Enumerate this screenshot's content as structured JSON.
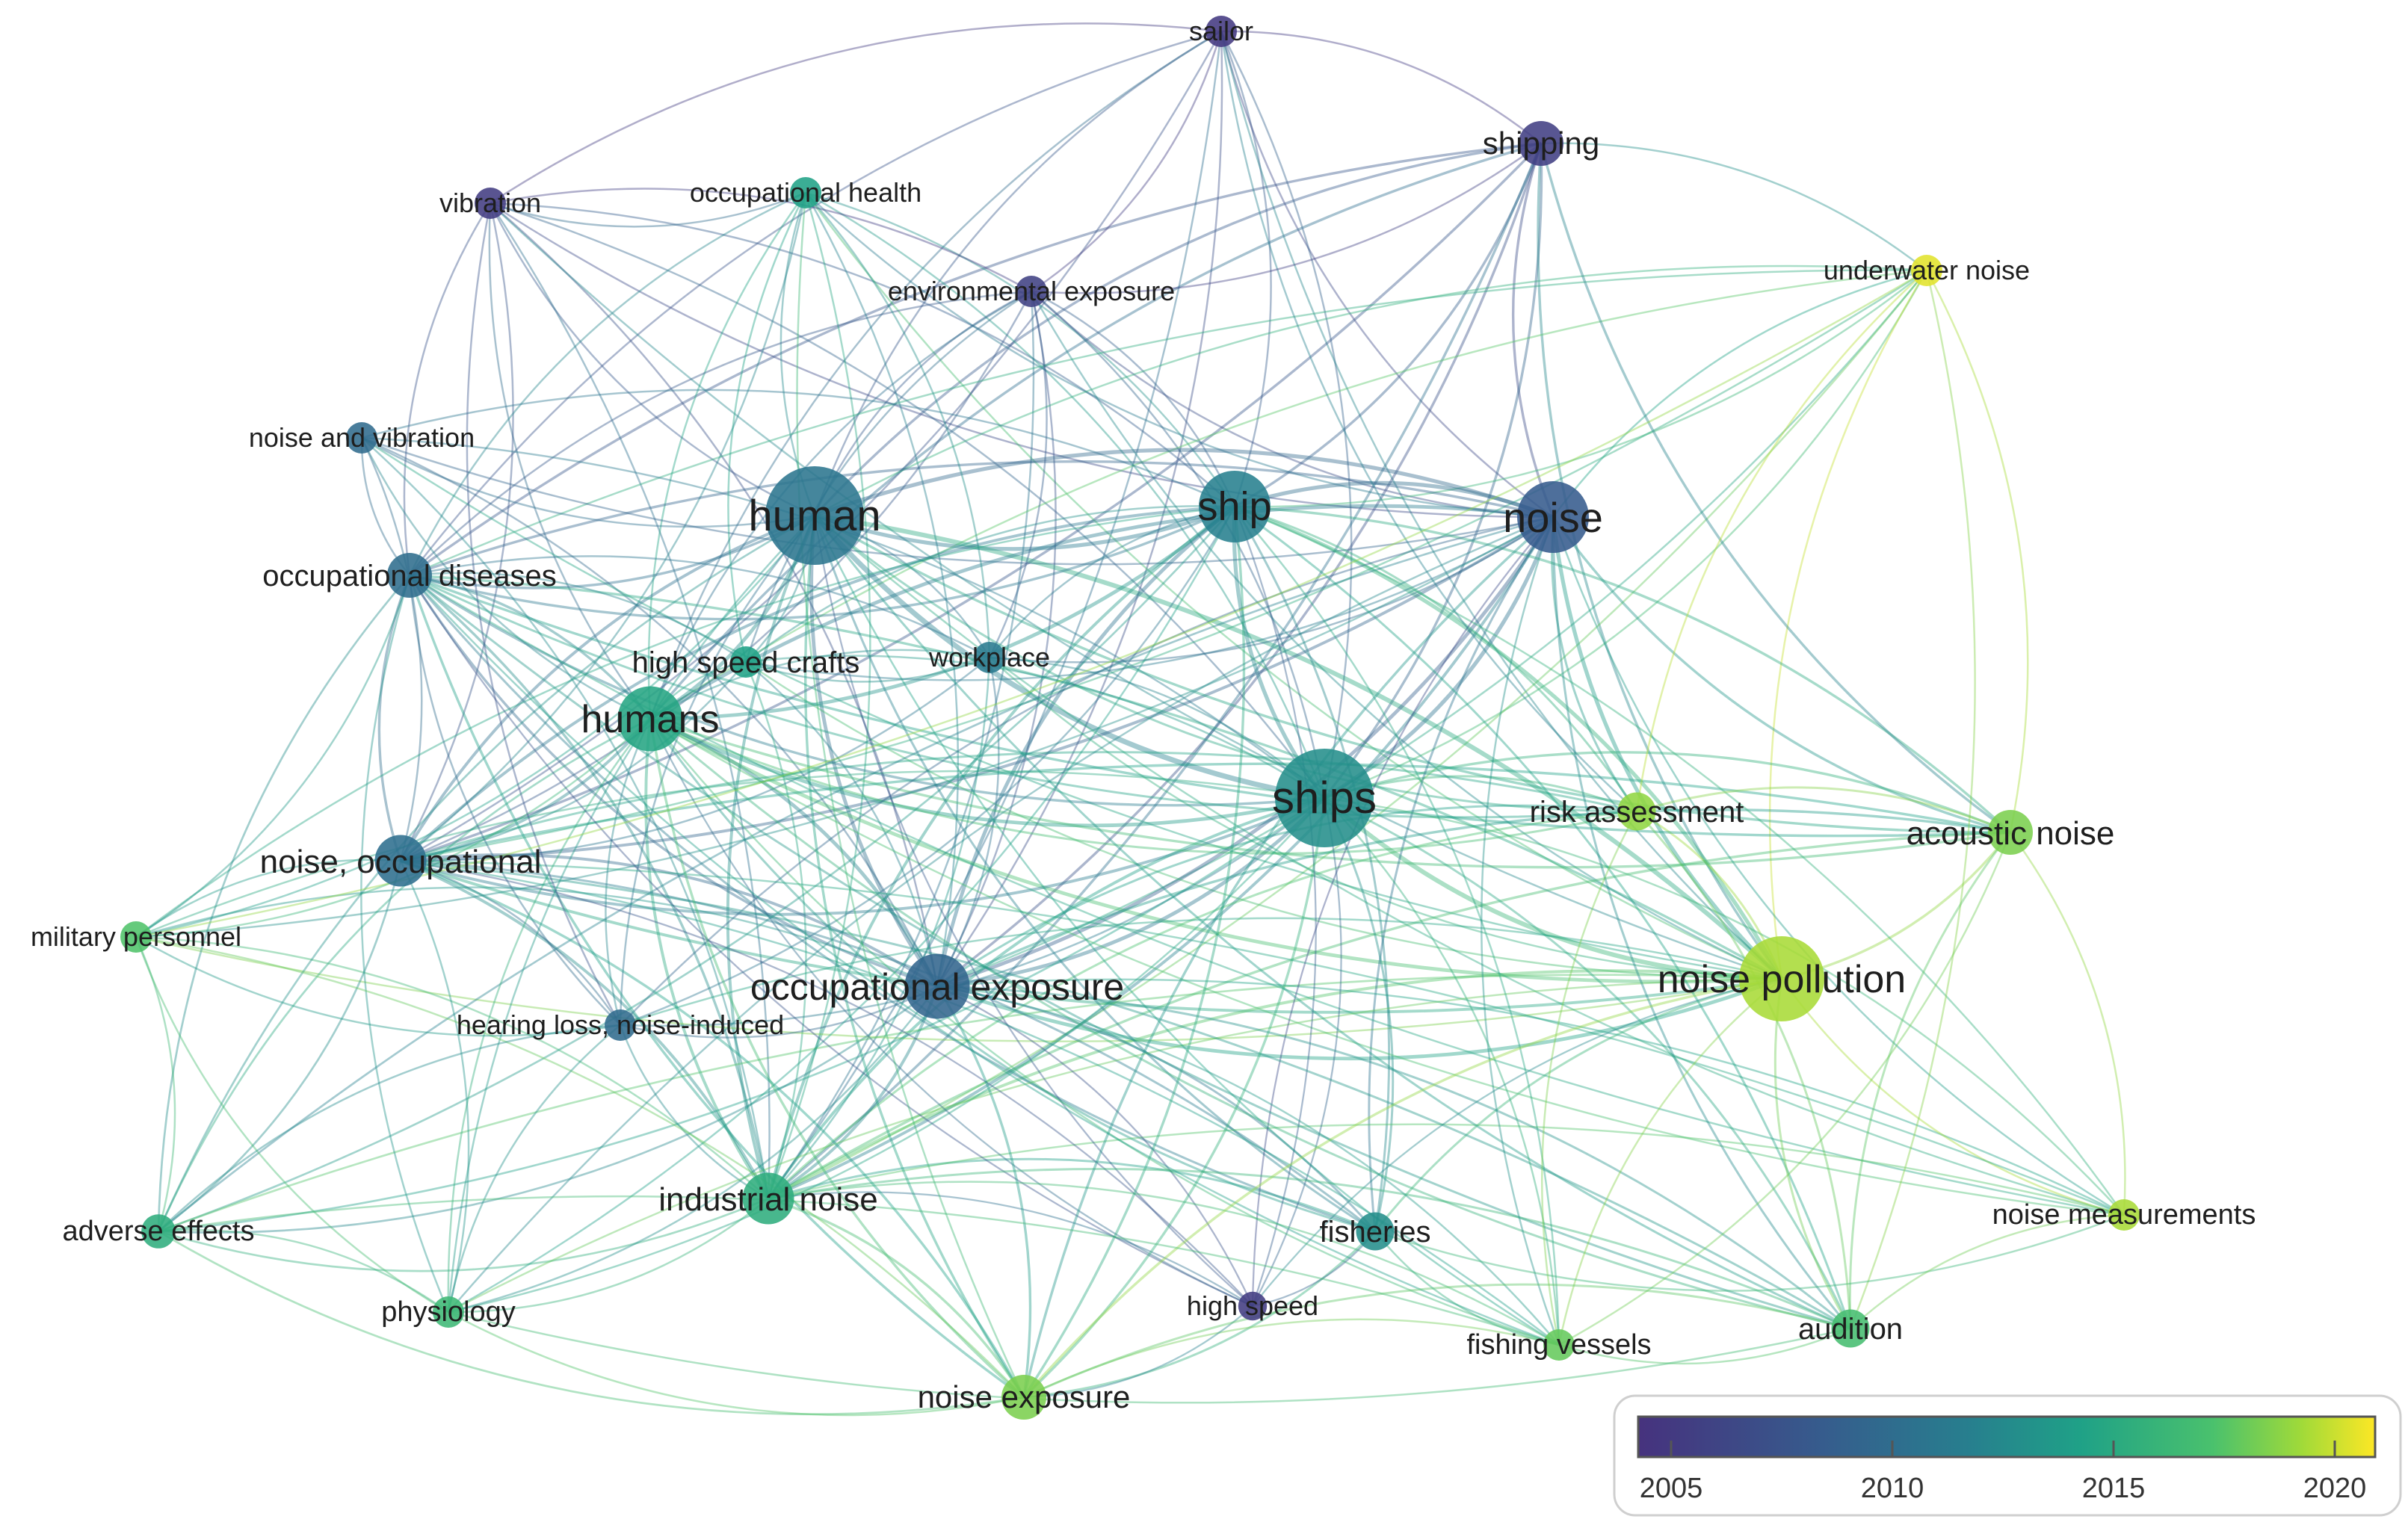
{
  "network": {
    "nodes": [
      {
        "id": "sailor",
        "label": "sailor",
        "year": 2005.2,
        "weight": 1
      },
      {
        "id": "shipping",
        "label": "shipping",
        "year": 2005.8,
        "weight": 2
      },
      {
        "id": "vibration",
        "label": "vibration",
        "year": 2005.5,
        "weight": 1
      },
      {
        "id": "occupational_health",
        "label": "occupational health",
        "year": 2014.5,
        "weight": 1
      },
      {
        "id": "environmental_exposure",
        "label": "environmental exposure",
        "year": 2006.0,
        "weight": 1
      },
      {
        "id": "underwater_noise",
        "label": "underwater noise",
        "year": 2020.5,
        "weight": 1
      },
      {
        "id": "noise_and_vibration",
        "label": "noise and vibration",
        "year": 2010.0,
        "weight": 1
      },
      {
        "id": "human",
        "label": "human",
        "year": 2011.0,
        "weight": 6
      },
      {
        "id": "ship",
        "label": "ship",
        "year": 2012.0,
        "weight": 4
      },
      {
        "id": "noise",
        "label": "noise",
        "year": 2008.5,
        "weight": 4
      },
      {
        "id": "occupational_diseases",
        "label": "occupational diseases",
        "year": 2010.2,
        "weight": 2
      },
      {
        "id": "high_speed_crafts",
        "label": "high speed crafts",
        "year": 2014.5,
        "weight": 1
      },
      {
        "id": "workplace",
        "label": "workplace",
        "year": 2011.5,
        "weight": 1
      },
      {
        "id": "humans",
        "label": "humans",
        "year": 2014.8,
        "weight": 3.5
      },
      {
        "id": "ships",
        "label": "ships",
        "year": 2013.0,
        "weight": 6
      },
      {
        "id": "risk_assessment",
        "label": "risk assessment",
        "year": 2019.0,
        "weight": 1.5
      },
      {
        "id": "acoustic_noise",
        "label": "acoustic noise",
        "year": 2018.5,
        "weight": 2
      },
      {
        "id": "noise_occupational",
        "label": "noise, occupational",
        "year": 2010.3,
        "weight": 2.5
      },
      {
        "id": "military_personnel",
        "label": "military personnel",
        "year": 2017.5,
        "weight": 1
      },
      {
        "id": "occupational_exposure",
        "label": "occupational exposure",
        "year": 2009.5,
        "weight": 3.5
      },
      {
        "id": "noise_pollution",
        "label": "noise pollution",
        "year": 2019.5,
        "weight": 5
      },
      {
        "id": "hearing_loss",
        "label": "hearing loss, noise-induced",
        "year": 2010.0,
        "weight": 1
      },
      {
        "id": "industrial_noise",
        "label": "industrial noise",
        "year": 2015.5,
        "weight": 2.5
      },
      {
        "id": "adverse_effects",
        "label": "adverse effects",
        "year": 2015.5,
        "weight": 1.2
      },
      {
        "id": "fisheries",
        "label": "fisheries",
        "year": 2013.0,
        "weight": 1.5
      },
      {
        "id": "noise_measurements",
        "label": "noise measurements",
        "year": 2019.5,
        "weight": 1
      },
      {
        "id": "physiology",
        "label": "physiology",
        "year": 2016.5,
        "weight": 1
      },
      {
        "id": "high_speed",
        "label": "high speed",
        "year": 2005.5,
        "weight": 0.8
      },
      {
        "id": "audition",
        "label": "audition",
        "year": 2017.0,
        "weight": 1.5
      },
      {
        "id": "fishing_vessels",
        "label": "fishing vessels",
        "year": 2018.0,
        "weight": 1
      },
      {
        "id": "noise_exposure",
        "label": "noise exposure",
        "year": 2018.5,
        "weight": 2
      }
    ]
  },
  "legend": {
    "ticks": [
      "2005",
      "2010",
      "2015",
      "2020"
    ]
  }
}
